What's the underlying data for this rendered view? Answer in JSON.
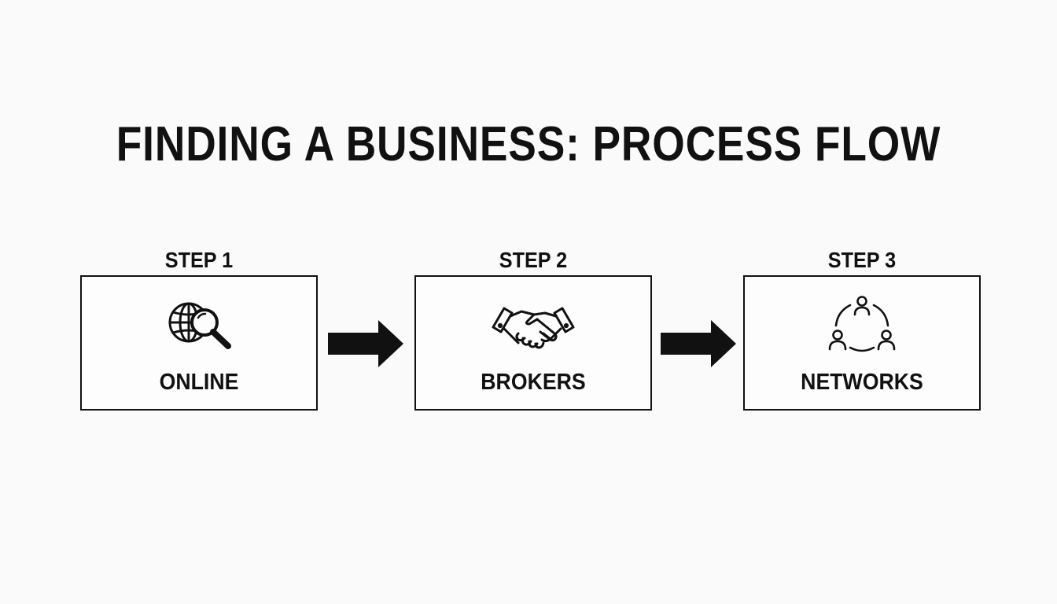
{
  "title": "FINDING A BUSINESS: PROCESS FLOW",
  "steps": [
    {
      "label": "STEP 1",
      "name": "ONLINE",
      "icon": "globe-search-icon"
    },
    {
      "label": "STEP 2",
      "name": "BROKERS",
      "icon": "handshake-icon"
    },
    {
      "label": "STEP 3",
      "name": "NETWORKS",
      "icon": "people-network-icon"
    }
  ],
  "colors": {
    "ink": "#111111",
    "background": "#fafafa"
  }
}
